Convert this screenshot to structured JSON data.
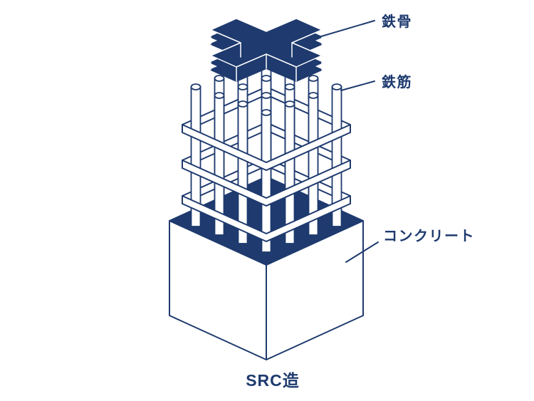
{
  "diagram": {
    "title": "SRC造",
    "labels": {
      "steel_frame": "鉄骨",
      "rebar": "鉄筋",
      "concrete": "コンクリート"
    },
    "colors": {
      "navy": "#1e3a6e",
      "white": "#ffffff",
      "background": "#ffffff"
    }
  }
}
